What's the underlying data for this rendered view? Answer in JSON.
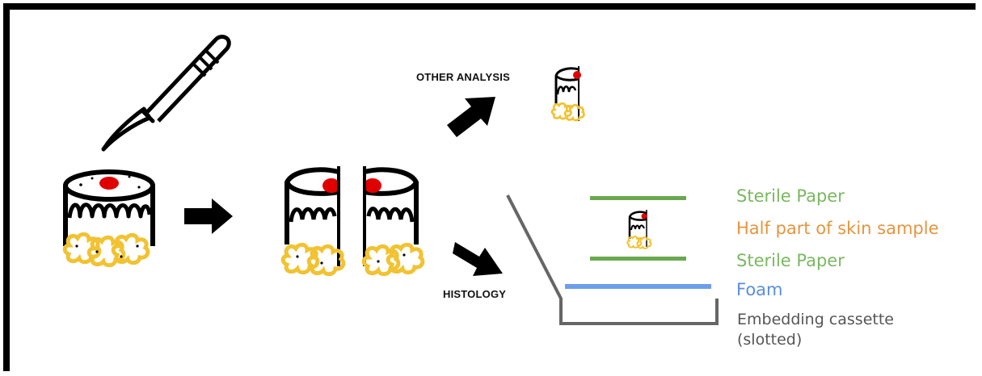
{
  "labels": {
    "other_analysis": "OTHER ANALYSIS",
    "histology": "HISTOLOGY"
  },
  "legend": {
    "sterile_paper_top": "Sterile Paper",
    "half_sample": "Half part of skin sample",
    "sterile_paper_bottom": "Sterile Paper",
    "foam": "Foam",
    "cassette_line1": "Embedding cassette",
    "cassette_line2": "(slotted)"
  },
  "colors": {
    "sterile_paper": "#6aa84f",
    "sample_label": "#e69138",
    "foam": "#6d9eeb",
    "cassette": "#666666",
    "fat": "#f1c232",
    "lesion": "#e00000"
  },
  "icons": [
    "scalpel-icon",
    "skin-sample-icon",
    "arrow-icon"
  ]
}
